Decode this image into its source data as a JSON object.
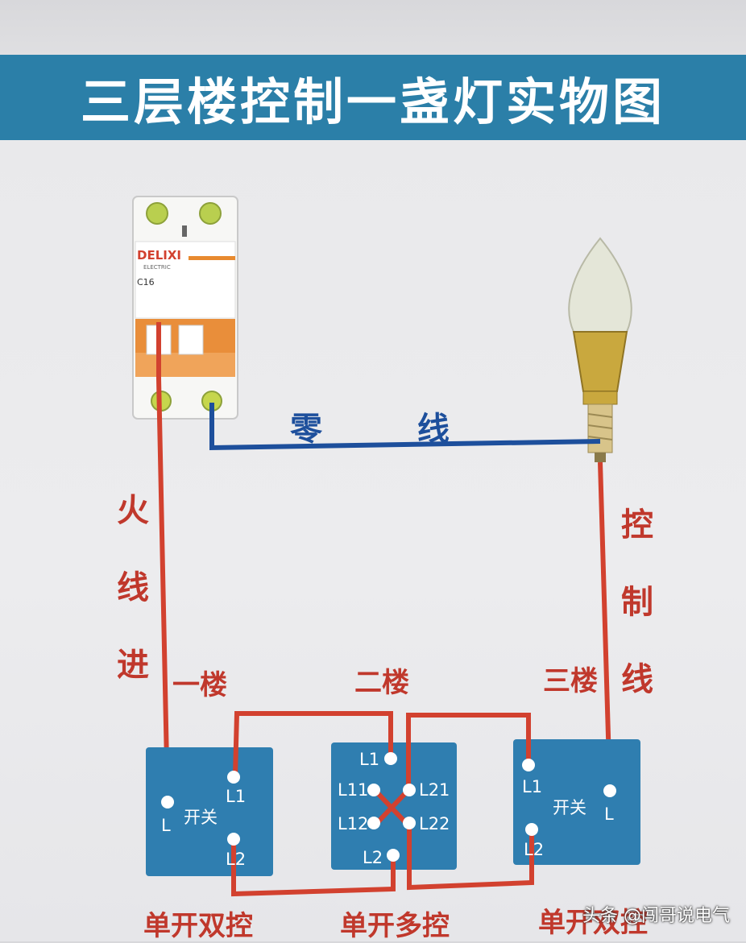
{
  "title": "三层楼控制一盏灯实物图",
  "breaker": {
    "brand": "DELIXI",
    "sub": "ELECTRIC",
    "rating": "C16"
  },
  "wires": {
    "neutral": "零 线",
    "live_in": [
      "火",
      "线",
      "进"
    ],
    "control": [
      "控",
      "制",
      "线"
    ]
  },
  "floors": {
    "first": "一楼",
    "second": "二楼",
    "third": "三楼"
  },
  "switches": {
    "left": {
      "type": "单开双控",
      "center": "开关",
      "terminals": [
        "L",
        "L1",
        "L2"
      ]
    },
    "middle": {
      "type": "单开多控",
      "terminals": [
        "L1",
        "L11",
        "L21",
        "L12",
        "L22",
        "L2"
      ]
    },
    "right": {
      "type": "单开双控",
      "center": "开关",
      "terminals": [
        "L1",
        "L2",
        "L"
      ]
    }
  },
  "colors": {
    "banner": "#2b7fa8",
    "live_wire": "#d2412f",
    "neutral_wire": "#1d4f9c",
    "switch_plate": "#2f7eb0"
  },
  "watermark": "头条 @闯哥说电气"
}
